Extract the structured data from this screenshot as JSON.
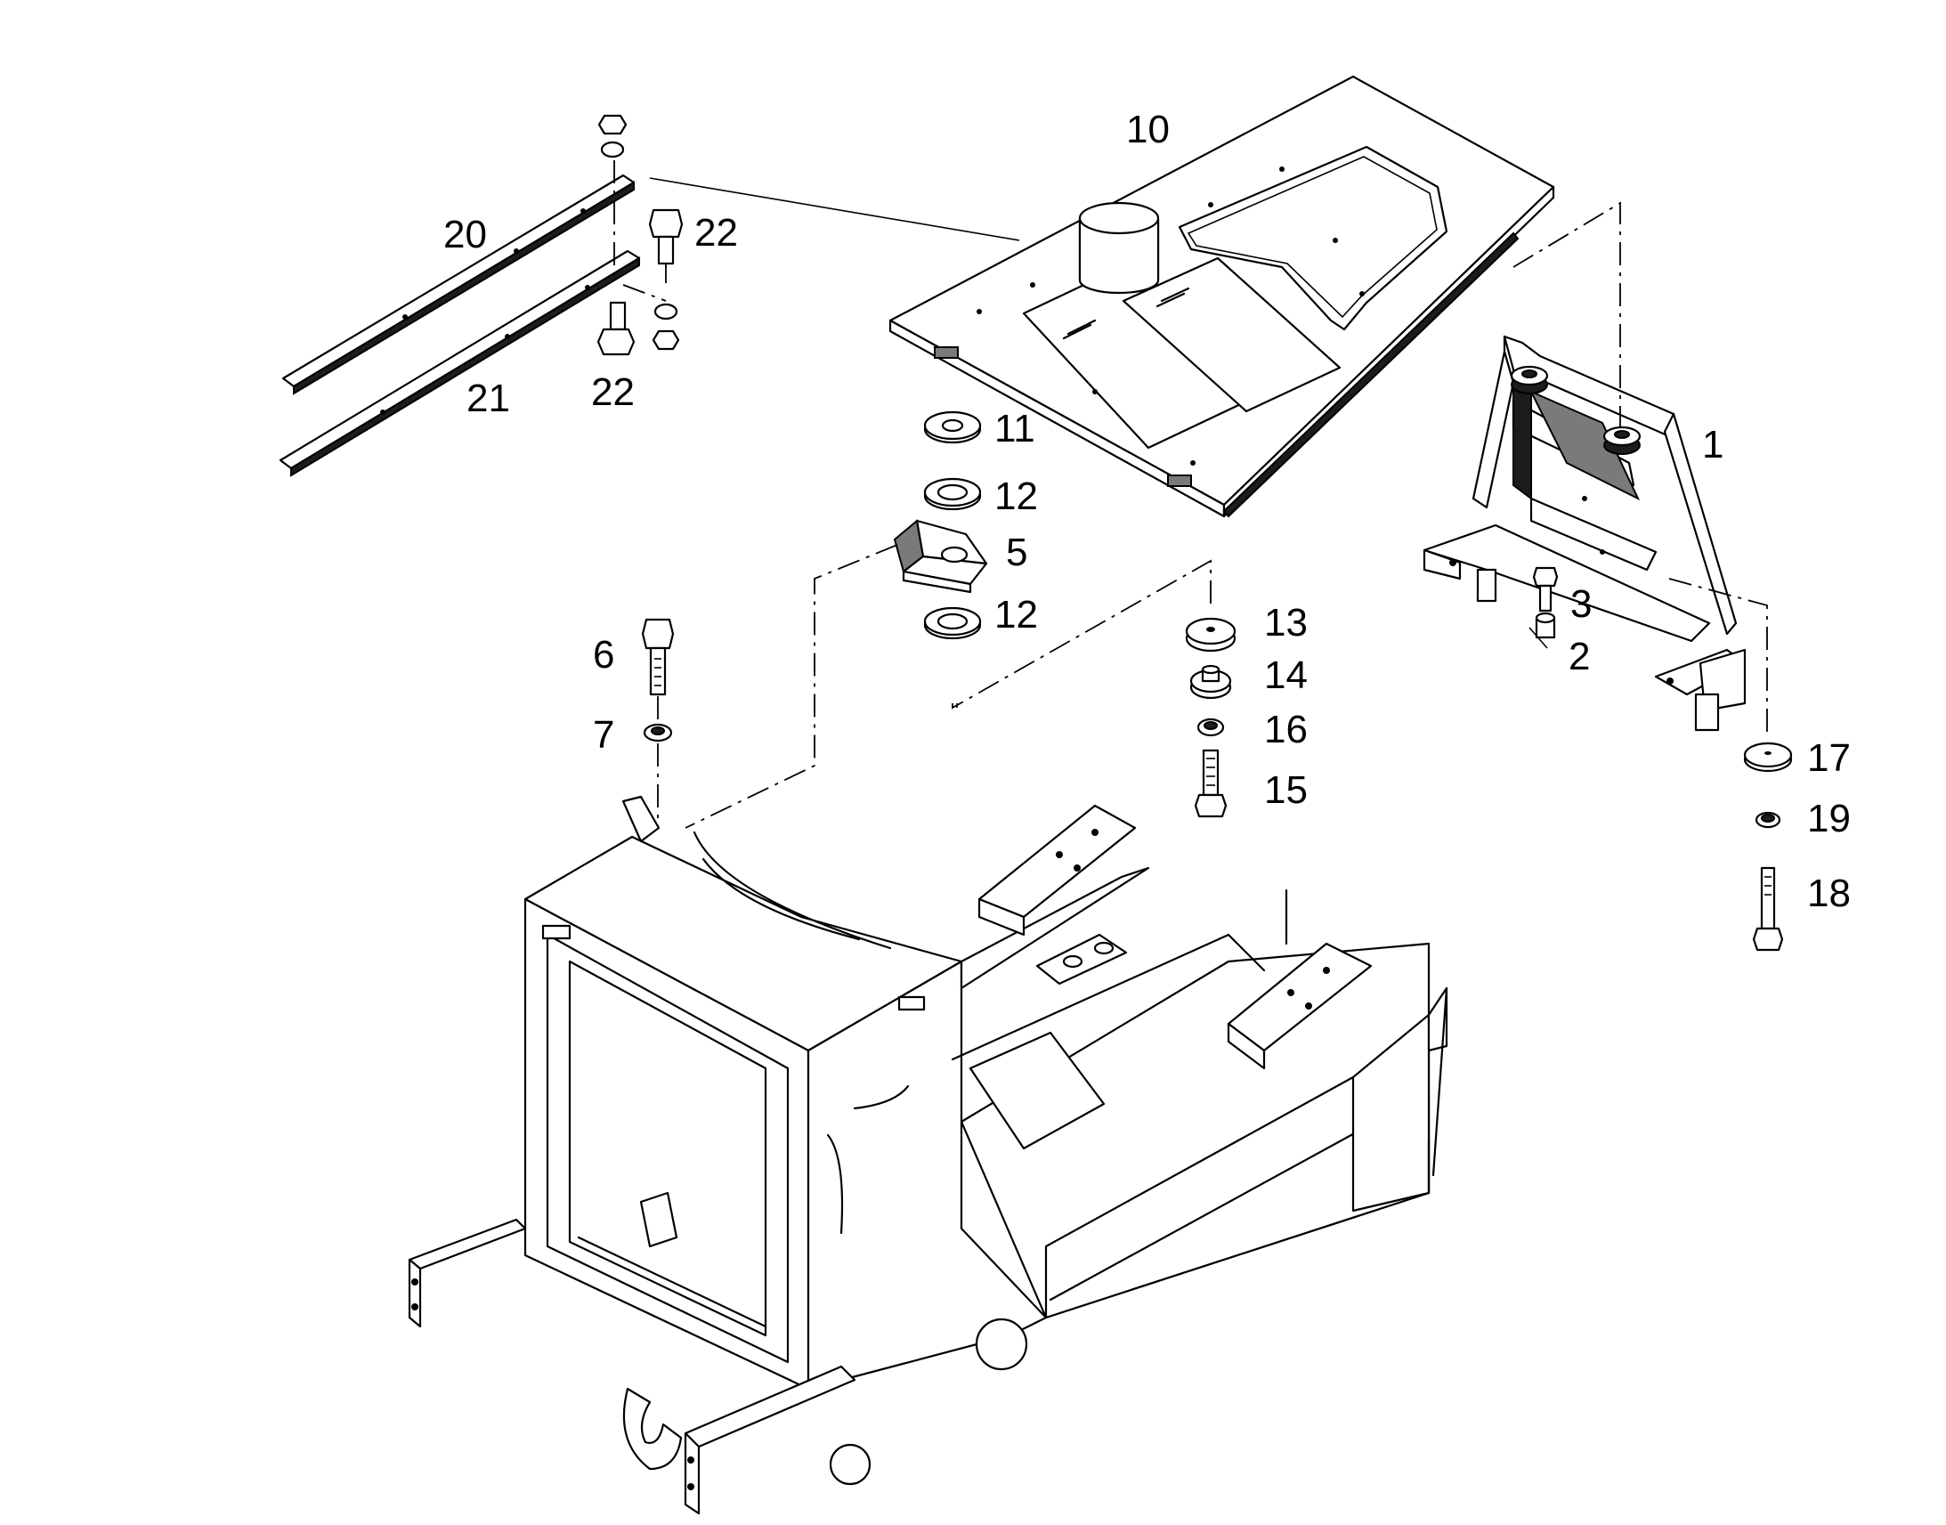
{
  "callouts": {
    "c1": "1",
    "c2": "2",
    "c3": "3",
    "c5": "5",
    "c6": "6",
    "c7": "7",
    "c10": "10",
    "c11": "11",
    "c12a": "12",
    "c12b": "12",
    "c13": "13",
    "c14": "14",
    "c15": "15",
    "c16": "16",
    "c17": "17",
    "c18": "18",
    "c19": "19",
    "c20": "20",
    "c21": "21",
    "c22a": "22",
    "c22b": "22"
  }
}
